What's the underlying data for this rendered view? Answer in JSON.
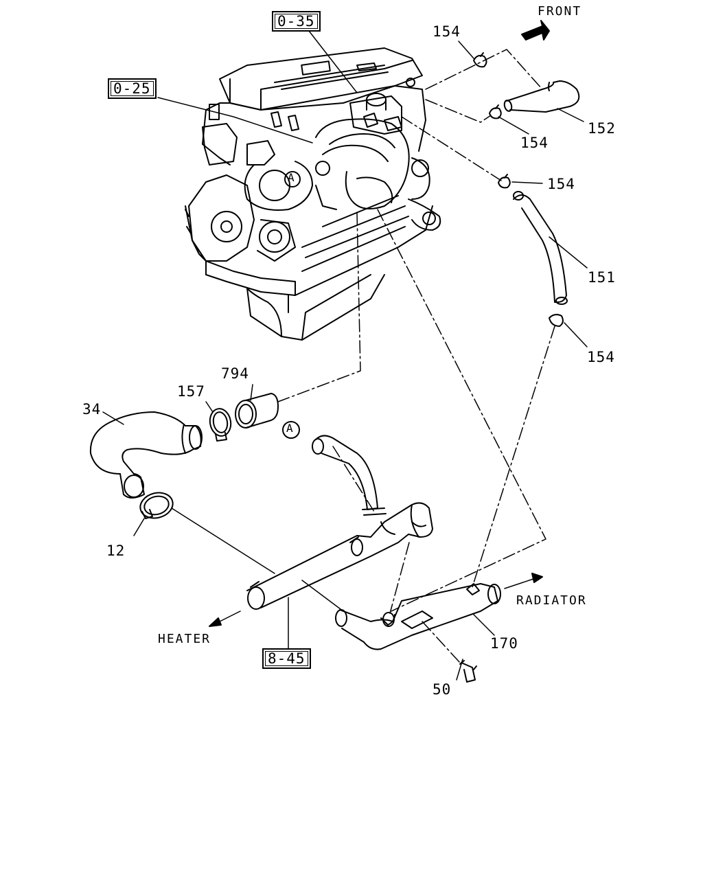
{
  "direction_labels": {
    "front": "FRONT",
    "heater": "HEATER",
    "radiator": "RADIATOR"
  },
  "reference_boxes": {
    "ref_0_35": "0-35",
    "ref_0_25": "0-25",
    "ref_8_45": "8-45"
  },
  "part_numbers": {
    "p154_top": "154",
    "p154_mid": "154",
    "p154_right": "154",
    "p154_lower": "154",
    "p152": "152",
    "p151": "151",
    "p794": "794",
    "p157": "157",
    "p34": "34",
    "p12": "12",
    "p170": "170",
    "p50": "50"
  },
  "connector_markers": {
    "marker_engine": "A",
    "marker_pipe": "A"
  }
}
